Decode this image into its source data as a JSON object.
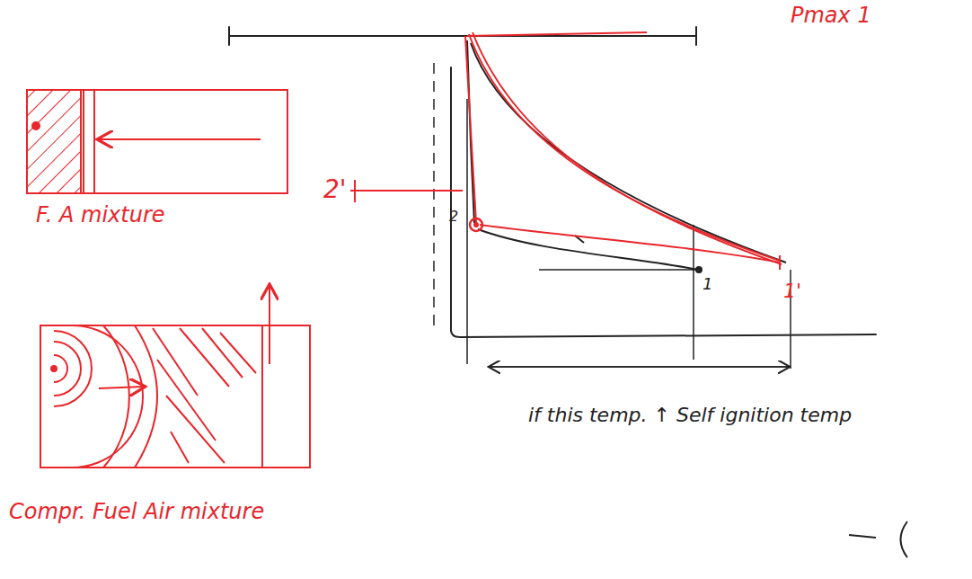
{
  "diagram": {
    "labels": [
      "Pmax 1",
      "2'",
      "2",
      "1",
      "1'",
      "F. A mixture",
      "Compr. Fuel Air mixture",
      "if this temp. ↑ Self ignition temp"
    ]
  }
}
